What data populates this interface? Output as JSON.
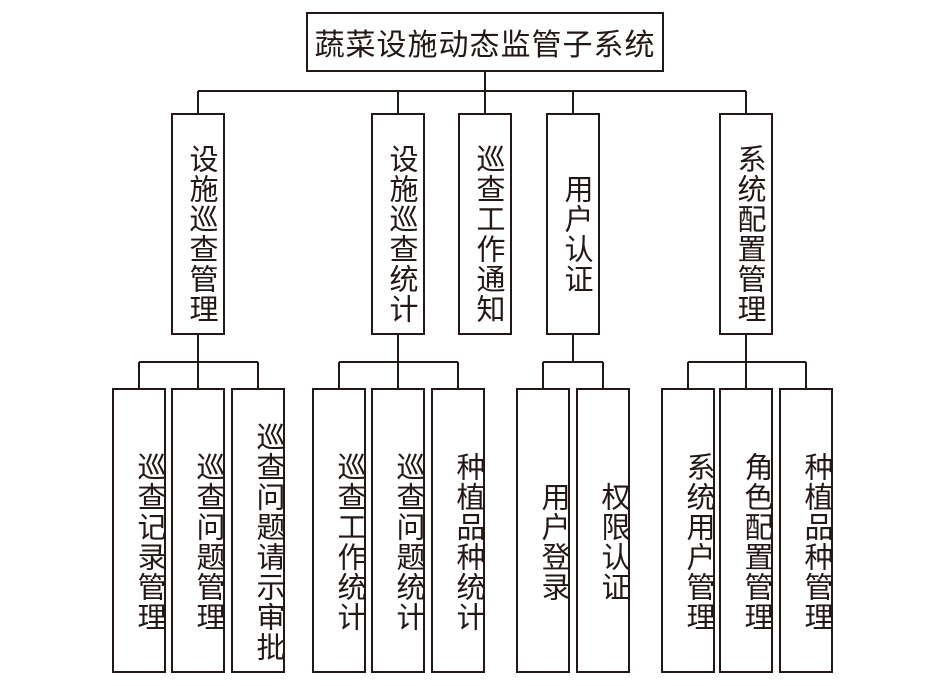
{
  "root": {
    "label": "蔬菜设施动态监管子系统"
  },
  "modules": [
    {
      "label": "设施巡查管理",
      "children": [
        "巡查记录管理",
        "巡查问题管理",
        "巡查问题请示审批"
      ]
    },
    {
      "label": "设施巡查统计",
      "children": [
        "巡查工作统计",
        "巡查问题统计",
        "种植品种统计"
      ]
    },
    {
      "label": "巡查工作通知",
      "children": []
    },
    {
      "label": "用户认证",
      "children": [
        "用户登录",
        "权限认证"
      ]
    },
    {
      "label": "系统配置管理",
      "children": [
        "系统用户管理",
        "角色配置管理",
        "种植品种管理"
      ]
    }
  ]
}
